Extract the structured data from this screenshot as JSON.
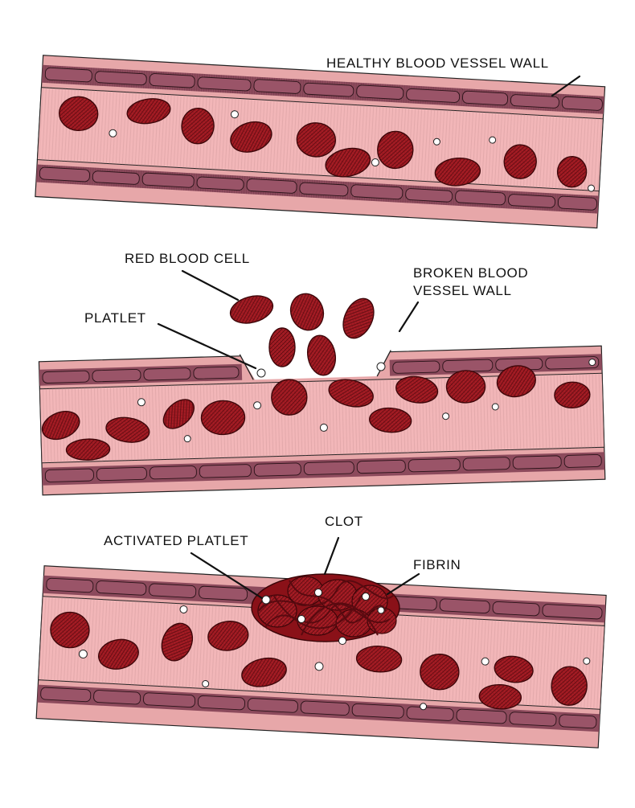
{
  "labels": {
    "healthy_wall": "HEALTHY BLOOD VESSEL WALL",
    "red_blood_cell": "RED BLOOD CELL",
    "broken_wall_line1": "BROKEN BLOOD",
    "broken_wall_line2": "VESSEL WALL",
    "platelet": "PLATLET",
    "activated_platelet": "ACTIVATED PLATLET",
    "clot": "CLOT",
    "fibrin": "FIBRIN"
  },
  "colors": {
    "wall_outer": "#e8a8aa",
    "wall_band": "#8c4a5c",
    "wall_block": "#9a5468",
    "lumen": "#f2b7b8",
    "red_blood_cell": "#a51c24",
    "red_blood_cell_dark": "#6e0e14",
    "platelet": "#ffffff",
    "ink": "#1a1a1a"
  }
}
